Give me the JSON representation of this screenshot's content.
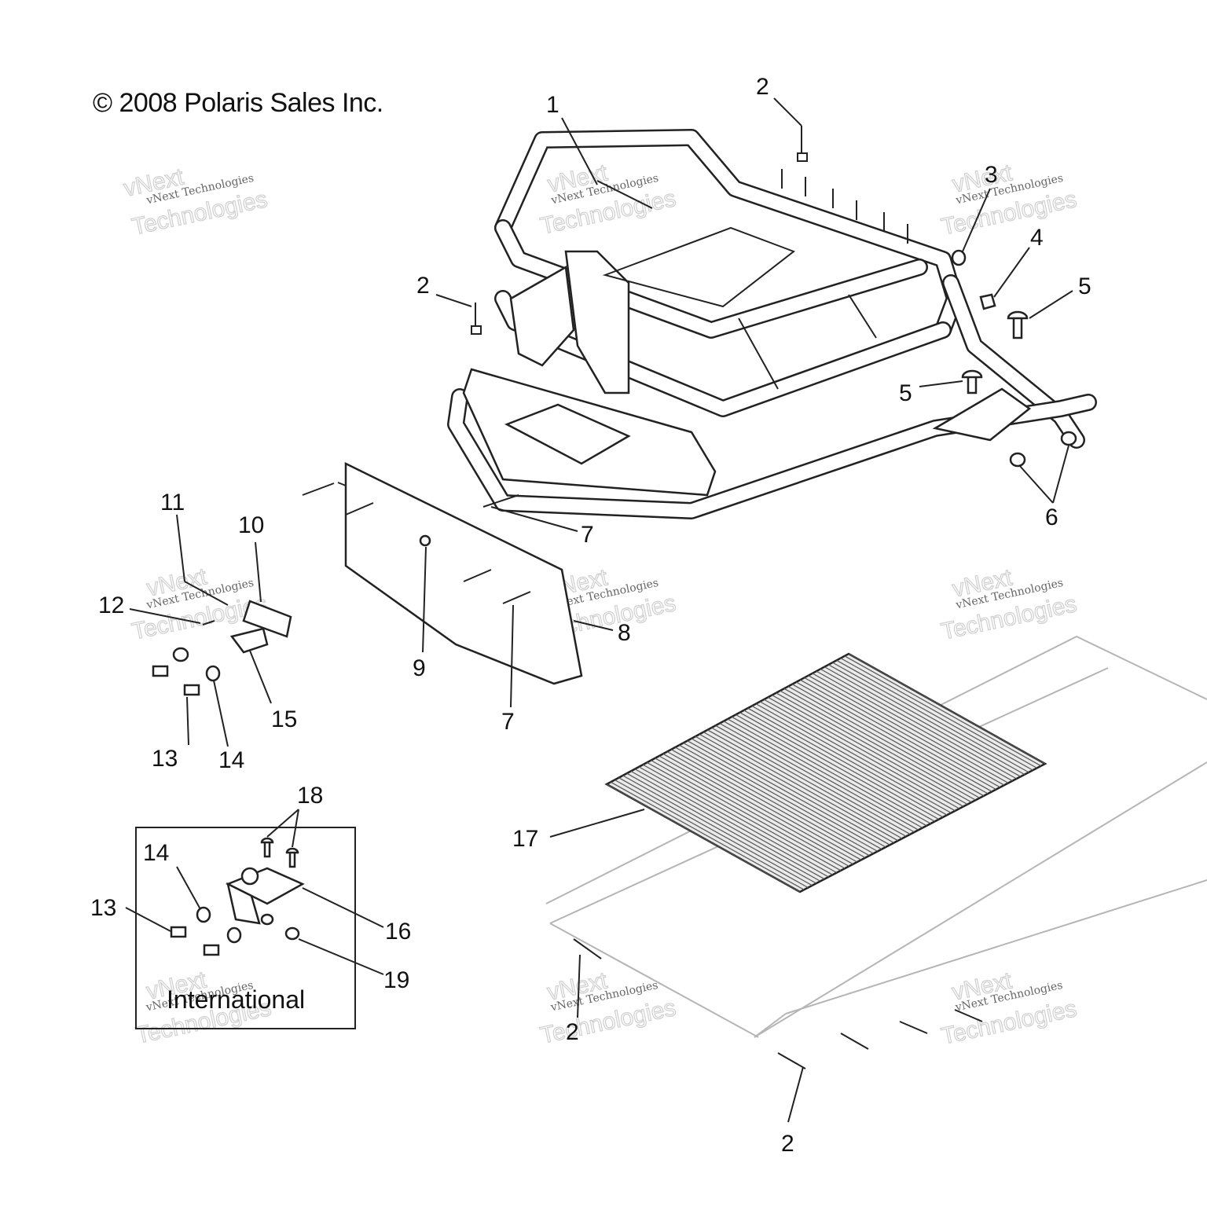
{
  "copyright": "© 2008 Polaris Sales Inc.",
  "box_label": "International",
  "watermark": {
    "line1": "vNext Technologies",
    "line2": "Technologies",
    "line3": "vNext"
  },
  "callouts": {
    "c1": "1",
    "c2a": "2",
    "c2b": "2",
    "c2c": "2",
    "c2d": "2",
    "c3": "3",
    "c4": "4",
    "c5a": "5",
    "c5b": "5",
    "c6": "6",
    "c7a": "7",
    "c7b": "7",
    "c8": "8",
    "c9": "9",
    "c10": "10",
    "c11": "11",
    "c12": "12",
    "c13a": "13",
    "c13b": "13",
    "c14a": "14",
    "c14b": "14",
    "c15": "15",
    "c16": "16",
    "c17": "17",
    "c18": "18",
    "c19": "19"
  }
}
